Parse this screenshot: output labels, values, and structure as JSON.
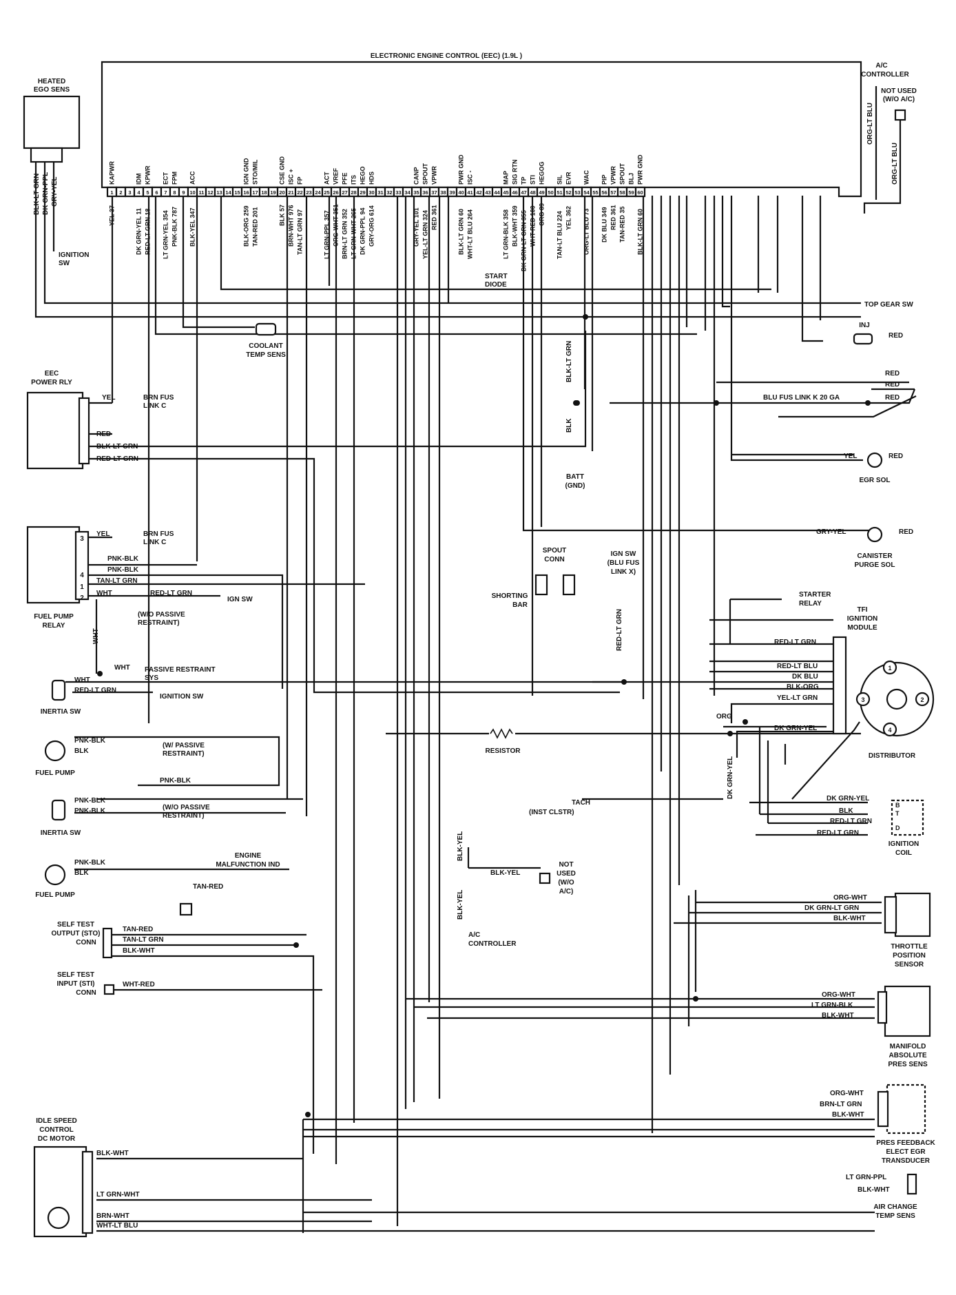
{
  "title": "ELECTRONIC ENGINE CONTROL (EEC) (1.9L )",
  "eec": {
    "pins": [
      "1",
      "2",
      "3",
      "4",
      "5",
      "6",
      "7",
      "8",
      "9",
      "10",
      "11",
      "12",
      "13",
      "14",
      "15",
      "16",
      "17",
      "18",
      "19",
      "20",
      "21",
      "22",
      "23",
      "24",
      "25",
      "26",
      "27",
      "28",
      "29",
      "30",
      "31",
      "32",
      "33",
      "34",
      "35",
      "36",
      "37",
      "38",
      "39",
      "40",
      "41",
      "42",
      "43",
      "44",
      "45",
      "46",
      "47",
      "48",
      "49",
      "50",
      "51",
      "52",
      "53",
      "54",
      "55",
      "56",
      "57",
      "58",
      "59",
      "60"
    ],
    "pin_labels": [
      {
        "pin": 1,
        "text": "KAPWR"
      },
      {
        "pin": 4,
        "text": "IDM"
      },
      {
        "pin": 5,
        "text": "KPWR"
      },
      {
        "pin": 7,
        "text": "ECT"
      },
      {
        "pin": 8,
        "text": "FPM"
      },
      {
        "pin": 10,
        "text": "ACC"
      },
      {
        "pin": 16,
        "text": "IGN GND"
      },
      {
        "pin": 17,
        "text": "STO/MIL"
      },
      {
        "pin": 20,
        "text": "CSE GND"
      },
      {
        "pin": 21,
        "text": "ISC +"
      },
      {
        "pin": 22,
        "text": "FP"
      },
      {
        "pin": 25,
        "text": "ACT"
      },
      {
        "pin": 26,
        "text": "VREF"
      },
      {
        "pin": 27,
        "text": "PFE"
      },
      {
        "pin": 28,
        "text": "ITS"
      },
      {
        "pin": 29,
        "text": "HEGO"
      },
      {
        "pin": 30,
        "text": "HDS"
      },
      {
        "pin": 35,
        "text": "CANP"
      },
      {
        "pin": 36,
        "text": "SPOUT"
      },
      {
        "pin": 37,
        "text": "VPWR"
      },
      {
        "pin": 40,
        "text": "PWR GND"
      },
      {
        "pin": 41,
        "text": "ISC -"
      },
      {
        "pin": 45,
        "text": "MAP"
      },
      {
        "pin": 46,
        "text": "SIG RTN"
      },
      {
        "pin": 47,
        "text": "TP"
      },
      {
        "pin": 48,
        "text": "STI"
      },
      {
        "pin": 49,
        "text": "HEGOG"
      },
      {
        "pin": 51,
        "text": "SIL"
      },
      {
        "pin": 52,
        "text": "EVR"
      },
      {
        "pin": 54,
        "text": "WAC"
      },
      {
        "pin": 56,
        "text": "PIP"
      },
      {
        "pin": 57,
        "text": "VPWR"
      },
      {
        "pin": 58,
        "text": "SPOUT"
      },
      {
        "pin": 59,
        "text": "BLJ"
      },
      {
        "pin": 60,
        "text": "PWR GND"
      }
    ],
    "wire_labels": [
      {
        "pin": 1,
        "text": "YEL 37"
      },
      {
        "pin": 4,
        "text": "DK GRN-YEL 11"
      },
      {
        "pin": 5,
        "text": "RED-LT GRN 18"
      },
      {
        "pin": 7,
        "text": "LT GRN-YEL 354"
      },
      {
        "pin": 8,
        "text": "PNK-BLK 787"
      },
      {
        "pin": 10,
        "text": "BLK-YEL 347"
      },
      {
        "pin": 16,
        "text": "BLK-ORG 259"
      },
      {
        "pin": 17,
        "text": "TAN-RED 201"
      },
      {
        "pin": 20,
        "text": "BLK 57"
      },
      {
        "pin": 21,
        "text": "BRN-WHT 976"
      },
      {
        "pin": 22,
        "text": "TAN-LT GRN 97"
      },
      {
        "pin": 25,
        "text": "LT GRN-PPL 357"
      },
      {
        "pin": 26,
        "text": "ORG-WHT 351"
      },
      {
        "pin": 27,
        "text": "BRN-LT GRN 352"
      },
      {
        "pin": 28,
        "text": "LT GRN-WHT 265"
      },
      {
        "pin": 29,
        "text": "DK GRN-PPL 94"
      },
      {
        "pin": 30,
        "text": "GRY-ORG 614"
      },
      {
        "pin": 35,
        "text": "GRY-YEL 101"
      },
      {
        "pin": 36,
        "text": "YEL-LT GRN 324"
      },
      {
        "pin": 37,
        "text": "RED 361"
      },
      {
        "pin": 40,
        "text": "BLK-LT GRN 60"
      },
      {
        "pin": 41,
        "text": "WHT-LT BLU 264"
      },
      {
        "pin": 45,
        "text": "LT GRN-BLK 358"
      },
      {
        "pin": 46,
        "text": "BLK-WHT 359"
      },
      {
        "pin": 47,
        "text": "DK GRN-LT GRN 355"
      },
      {
        "pin": 48,
        "text": "WHT-RED 100"
      },
      {
        "pin": 49,
        "text": "ORG 89"
      },
      {
        "pin": 51,
        "text": "TAN-LT BLU 224"
      },
      {
        "pin": 52,
        "text": "YEL 362"
      },
      {
        "pin": 54,
        "text": "ORG-LT BLU 73"
      },
      {
        "pin": 56,
        "text": "DK BLU 349"
      },
      {
        "pin": 57,
        "text": "RED 361"
      },
      {
        "pin": 58,
        "text": "TAN-RED 35"
      },
      {
        "pin": 60,
        "text": "BLK-LT GRN 60"
      }
    ]
  },
  "labels": {
    "heated_ego_1": "HEATED",
    "heated_ego_2": "EGO SENS",
    "ego_w1": "BLK-LT GRN",
    "ego_w2": "DK GRN-PPL",
    "ego_w3": "GRY-YEL",
    "ign_sw_a1": "IGNITION",
    "ign_sw_a2": "SW",
    "ac_controller_top_1": "A/C",
    "ac_controller_top_2": "CONTROLLER",
    "not_used_1": "NOT USED",
    "not_used_2": "(W/O A/C)",
    "org_lt_blu_a": "ORG-LT BLU",
    "org_lt_blu_b": "ORG-LT BLU",
    "start_diode_1": "START",
    "start_diode_2": "DIODE",
    "top_gear_sw": "TOP GEAR SW",
    "coolant_1": "COOLANT",
    "coolant_2": "TEMP SENS",
    "inj": "INJ",
    "red_inj": "RED",
    "eec_relay_1": "EEC",
    "eec_relay_2": "POWER RLY",
    "eec_relay_yel": "YEL",
    "brn_fus_link_c_1a": "BRN FUS",
    "brn_fus_link_c_1b": "LINK C",
    "eec_relay_red": "RED",
    "eec_relay_blk_lt_grn": "BLK-LT GRN",
    "eec_relay_red_lt_grn": "RED-LT GRN",
    "blk_lt_grn_vert": "BLK-LT GRN",
    "blk_vert": "BLK",
    "batt_1": "BATT",
    "batt_2": "(GND)",
    "red_1": "RED",
    "red_2": "RED",
    "red_3": "RED",
    "blu_fus_link": "BLU FUS LINK K 20 GA",
    "egr_yel": "YEL",
    "egr_red": "RED",
    "egr_sol": "EGR SOL",
    "fp_relay_yel": "YEL",
    "brn_fus_link_c_2a": "BRN FUS",
    "brn_fus_link_c_2b": "LINK C",
    "pnk_blk_1": "PNK-BLK",
    "pnk_blk_2": "PNK-BLK",
    "tan_lt_grn_1": "TAN-LT GRN",
    "wht_1": "WHT",
    "red_lt_grn_ign": "RED-LT GRN",
    "ign_sw_b": "IGN SW",
    "wo_passive_1a": "(W/O PASSIVE",
    "wo_passive_1b": "RESTRAINT)",
    "fuel_pump_relay_1": "FUEL PUMP",
    "fuel_pump_relay_2": "RELAY",
    "wht_vert": "WHT",
    "wht_2": "WHT",
    "passive_restraint_1": "PASSIVE RESTRAINT",
    "passive_restraint_2": "SYS",
    "wht_3": "WHT",
    "red_lt_grn_inertia": "RED-LT GRN",
    "ign_sw_c": "IGNITION SW",
    "inertia_sw_1": "INERTIA SW",
    "pnk_blk_fp1": "PNK-BLK",
    "blk_fp1": "BLK",
    "w_passive_1": "(W/ PASSIVE",
    "w_passive_2": "RESTRAINT)",
    "fuel_pump_1": "FUEL PUMP",
    "pnk_blk_mid": "PNK-BLK",
    "pnk_blk_is2a": "PNK-BLK",
    "pnk_blk_is2b": "PNK-BLK",
    "wo_passive_2a": "(W/O PASSIVE",
    "wo_passive_2b": "RESTRAINT)",
    "inertia_sw_2": "INERTIA SW",
    "pnk_blk_fp2": "PNK-BLK",
    "blk_fp2": "BLK",
    "fuel_pump_2": "FUEL PUMP",
    "engine_mil_1": "ENGINE",
    "engine_mil_2": "MALFUNCTION IND",
    "tan_red_mil": "TAN-RED",
    "self_test_out_1": "SELF TEST",
    "self_test_out_2": "OUTPUT (STO)",
    "self_test_out_3": "CONN",
    "sto_tan_red": "TAN-RED",
    "sto_tan_lt_grn": "TAN-LT GRN",
    "sto_blk_wht": "BLK-WHT",
    "self_test_in_1": "SELF TEST",
    "self_test_in_2": "INPUT (STI)",
    "self_test_in_3": "CONN",
    "sti_wht_red": "WHT-RED",
    "spout_conn_1": "SPOUT",
    "spout_conn_2": "CONN",
    "shorting_bar_1": "SHORTING",
    "shorting_bar_2": "BAR",
    "ign_sw_blu_1": "IGN SW",
    "ign_sw_blu_2": "(BLU FUS",
    "ign_sw_blu_3": "LINK X)",
    "red_lt_grn_vert": "RED-LT GRN",
    "gry_yel_canp": "GRY-YEL",
    "red_canp": "RED",
    "canister_1": "CANISTER",
    "canister_2": "PURGE SOL",
    "starter_relay_1": "STARTER",
    "starter_relay_2": "RELAY",
    "tfi_1": "TFI",
    "tfi_2": "IGNITION",
    "tfi_3": "MODULE",
    "tfi_w1": "RED-LT GRN",
    "tfi_w2": "RED-LT BLU",
    "tfi_w3": "DK BLU",
    "tfi_w4": "BLK-ORG",
    "tfi_w5": "YEL-LT GRN",
    "tfi_w6": "DK GRN-YEL",
    "org": "ORG",
    "distributor": "DISTRIBUTOR",
    "dist_1": "1",
    "dist_2": "2",
    "dist_3": "3",
    "dist_4": "4",
    "resistor": "RESISTOR",
    "dk_grn_yel_vert": "DK GRN-YEL",
    "tach_1": "TACH",
    "tach_2": "(INST CLSTR)",
    "coil_w1": "DK GRN-YEL",
    "coil_w2": "BLK",
    "coil_w3": "RED-LT GRN",
    "coil_w4": "RED-LT GRN",
    "coil_b": "B",
    "coil_t": "T",
    "coil_d": "D",
    "ign_coil_1": "IGNITION",
    "ign_coil_2": "COIL",
    "blk_yel_vert_1": "BLK-YEL",
    "blk_yel_h": "BLK-YEL",
    "not_used_b1": "NOT",
    "not_used_b2": "USED",
    "not_used_b3": "(W/O",
    "not_used_b4": "A/C)",
    "blk_yel_vert_2": "BLK-YEL",
    "ac_ctrl_b1": "A/C",
    "ac_ctrl_b2": "CONTROLLER",
    "tps_w1": "ORG-WHT",
    "tps_w2": "DK GRN-LT GRN",
    "tps_w3": "BLK-WHT",
    "tps_1": "THROTTLE",
    "tps_2": "POSITION",
    "tps_3": "SENSOR",
    "map_w1": "ORG-WHT",
    "map_w2": "LT GRN-BLK",
    "map_w3": "BLK-WHT",
    "map_1": "MANIFOLD",
    "map_2": "ABSOLUTE",
    "map_3": "PRES SENS",
    "pfe_w1": "ORG-WHT",
    "pfe_w2": "BRN-LT GRN",
    "pfe_w3": "BLK-WHT",
    "pfe_1": "PRES FEEDBACK",
    "pfe_2": "ELECT EGR",
    "pfe_3": "TRANSDUCER",
    "act_w1": "LT GRN-PPL",
    "act_w2": "BLK-WHT",
    "act_1": "AIR CHANGE",
    "act_2": "TEMP SENS",
    "isc_1": "IDLE SPEED",
    "isc_2": "CONTROL",
    "isc_3": "DC MOTOR",
    "isc_w1": "BLK-WHT",
    "isc_w2": "LT GRN-WHT",
    "isc_w3": "BRN-WHT",
    "isc_w4": "WHT-LT BLU",
    "r1": "3",
    "r2": "4",
    "r3": "1",
    "r4": "2"
  }
}
